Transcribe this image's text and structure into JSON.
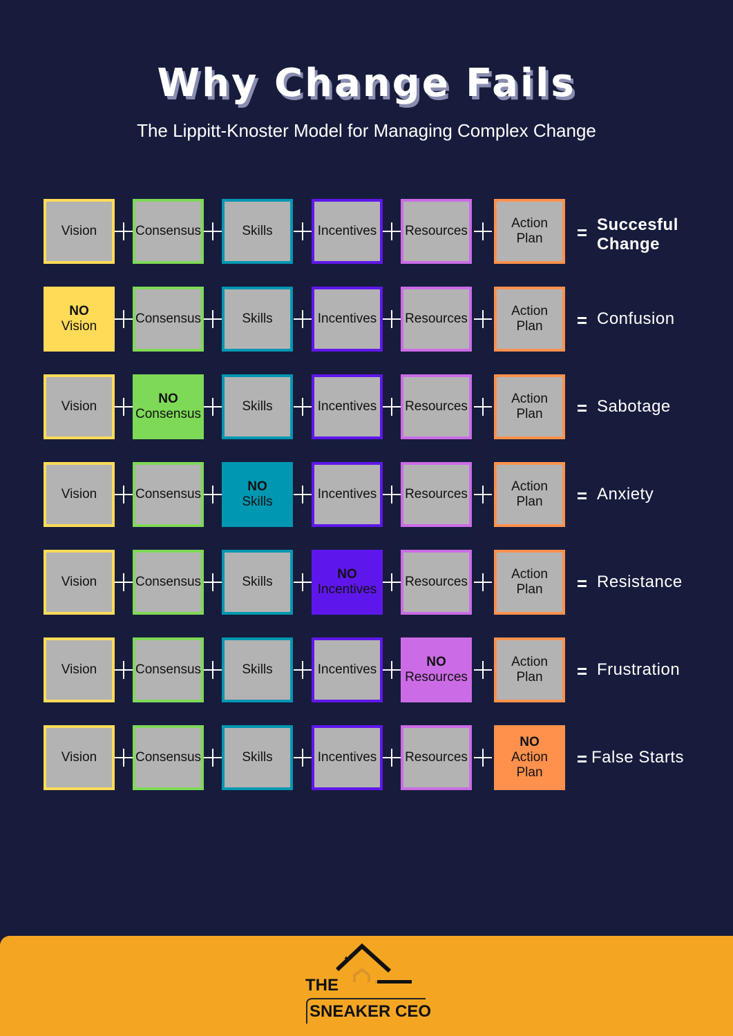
{
  "header": {
    "title": "Why Change Fails",
    "subtitle": "The Lippitt-Knoster Model for Managing Complex Change"
  },
  "factors": [
    {
      "name": "Vision",
      "color": "#ffdb58"
    },
    {
      "name": "Consensus",
      "color": "#7ed957"
    },
    {
      "name": "Skills",
      "color": "#0097b2"
    },
    {
      "name": "Incentives",
      "color": "#5e17eb"
    },
    {
      "name": "Resources",
      "color": "#cb6ce6"
    },
    {
      "name": "Action Plan",
      "color": "#ff914d"
    }
  ],
  "no_label": "NO",
  "rows": [
    {
      "missing": null,
      "result": "Succesful Change"
    },
    {
      "missing": 0,
      "result": "Confusion"
    },
    {
      "missing": 1,
      "result": "Sabotage"
    },
    {
      "missing": 2,
      "result": "Anxiety"
    },
    {
      "missing": 3,
      "result": "Resistance"
    },
    {
      "missing": 4,
      "result": "Frustration"
    },
    {
      "missing": 5,
      "result": "False Starts"
    }
  ],
  "footer": {
    "logo_text_top": "THE",
    "logo_text_bottom": "SNEAKER CEO",
    "background": "#f4a623"
  }
}
